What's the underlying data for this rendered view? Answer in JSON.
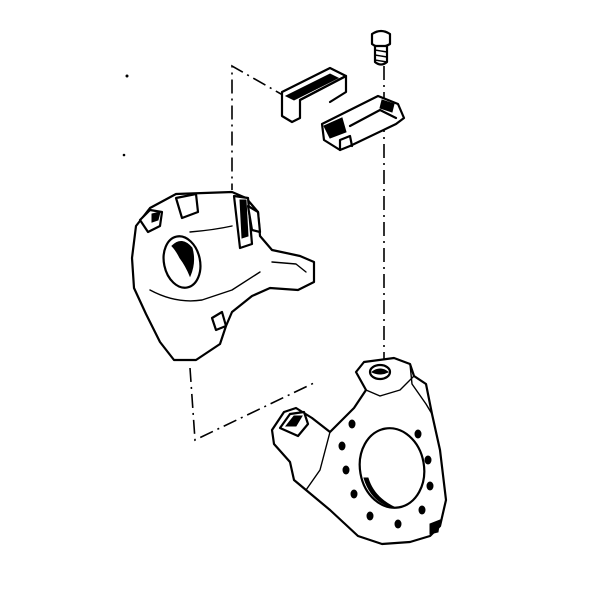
{
  "diagram": {
    "parts": [
      {
        "id": "bolt",
        "icon": "mounting-bolt-icon"
      },
      {
        "id": "retainer-clip",
        "icon": "retainer-clip-icon"
      },
      {
        "id": "support-key",
        "icon": "support-key-icon"
      },
      {
        "id": "caliper",
        "icon": "brake-caliper-icon"
      },
      {
        "id": "anchor-plate",
        "icon": "anchor-plate-icon"
      }
    ],
    "colors": {
      "ink": "#000000",
      "paper": "#ffffff"
    }
  }
}
